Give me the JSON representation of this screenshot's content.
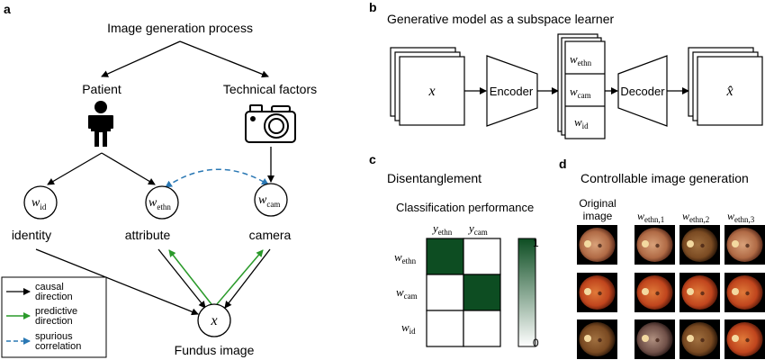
{
  "panel_a": {
    "letter": "a",
    "title": "Image generation process",
    "patient": "Patient",
    "technical": "Technical factors",
    "nodes": {
      "wid": {
        "var": "w",
        "sub": "id"
      },
      "wethn": {
        "var": "w",
        "sub": "ethn"
      },
      "wcam": {
        "var": "w",
        "sub": "cam"
      },
      "x": {
        "var": "x"
      }
    },
    "identity": "identity",
    "attribute": "attribute",
    "camera": "camera",
    "fundus": "Fundus image",
    "legend": {
      "causal": [
        "causal",
        "direction"
      ],
      "predictive": [
        "predictive",
        "direction"
      ],
      "spurious": [
        "spurious",
        "correlation"
      ]
    },
    "colors": {
      "causal": "#000000",
      "predictive": "#2a9a2a",
      "spurious": "#2a78b4"
    }
  },
  "panel_b": {
    "letter": "b",
    "title": "Generative model as a subspace learner",
    "input": "x",
    "encoder": "Encoder",
    "decoder": "Decoder",
    "output": "x̂",
    "latents": [
      {
        "var": "w",
        "sub": "ethn"
      },
      {
        "var": "w",
        "sub": "cam"
      },
      {
        "var": "w",
        "sub": "id"
      }
    ]
  },
  "panel_c": {
    "letter": "c",
    "title": "Disentanglement",
    "subtitle": "Classification performance",
    "col_labels": [
      {
        "var": "y",
        "sub": "ethn"
      },
      {
        "var": "y",
        "sub": "cam"
      }
    ],
    "row_labels": [
      {
        "var": "w",
        "sub": "ethn"
      },
      {
        "var": "w",
        "sub": "cam"
      },
      {
        "var": "w",
        "sub": "id"
      }
    ],
    "matrix": [
      [
        1,
        0
      ],
      [
        0,
        1
      ],
      [
        0,
        0
      ]
    ],
    "colorbar_max": "1",
    "colorbar_min": "0",
    "color_high": "#0d4d22"
  },
  "panel_d": {
    "letter": "d",
    "title": "Controllable image generation",
    "original_label": [
      "Original",
      "image"
    ],
    "col_labels": [
      {
        "var": "w",
        "sub": "ethn,1"
      },
      {
        "var": "w",
        "sub": "ethn,2"
      },
      {
        "var": "w",
        "sub": "ethn,3"
      }
    ]
  }
}
